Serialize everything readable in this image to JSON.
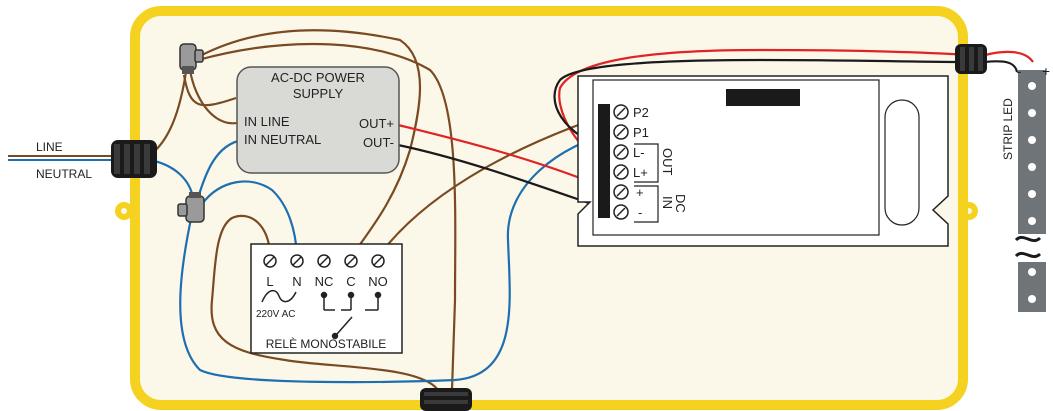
{
  "colors": {
    "enclosure_border": "#f4d21f",
    "enclosure_fill": "#fbf8ea",
    "wire_brown": "#7a4a22",
    "wire_blue": "#1e6fb0",
    "wire_red": "#e02424",
    "wire_black": "#1a1a1a",
    "module_fill": "#d9d9d6",
    "strip_fill": "#6f7479"
  },
  "wires_in": {
    "line": "LINE",
    "neutral": "NEUTRAL"
  },
  "power_supply": {
    "title_line1": "AC-DC POWER",
    "title_line2": "SUPPLY",
    "in_line": "IN LINE",
    "in_neutral": "IN NEUTRAL",
    "out_plus": "OUT+",
    "out_minus": "OUT-"
  },
  "relay": {
    "terminals": [
      "L",
      "N",
      "NC",
      "C",
      "NO"
    ],
    "voltage": "220V AC",
    "name": "RELÈ MONOSTABILE"
  },
  "controller": {
    "terminals": [
      "P2",
      "P1",
      "L-",
      "L+",
      "+",
      "-"
    ],
    "out_label": "OUT",
    "dc_in_label_1": "DC",
    "dc_in_label_2": "IN"
  },
  "strip": {
    "label": "STRIP LED",
    "minus": "-",
    "plus": "+"
  }
}
